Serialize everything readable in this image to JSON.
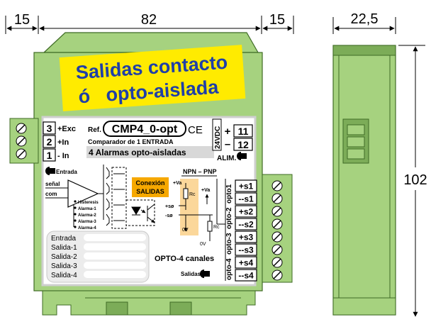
{
  "dimensions": {
    "left_margin": "15",
    "body_width": "82",
    "right_margin": "15",
    "side_width": "22,5",
    "height": "102"
  },
  "banner": {
    "line1": "Salidas contacto",
    "line2": "ó   opto-aislada"
  },
  "device": {
    "ref_prefix": "Ref.",
    "ref": "CMP4_0-opt",
    "ce_mark": "CE",
    "subtitle": "Comparador de 1 ENTRADA",
    "alarms_label": "4 Alarmas opto-aisladas",
    "supply_voltage": "24VDC",
    "aliment_label": "ALIM.",
    "input_label": "Entrada",
    "signal_label": "señal",
    "common_label": "com",
    "hysteresis": "Histeresis",
    "alarm_outputs": [
      "Alarma-1",
      "Alarma-2",
      "Alarma-3",
      "Alarma-4"
    ],
    "conexion_line1": "Conexión",
    "conexion_line2": "SALIDAS",
    "npn_pnp": "NPN – PNP",
    "va": "+Va",
    "rc": "Rc",
    "s_plus": "+sø",
    "s_minus": "-sø",
    "zero_v": "0V",
    "opto_channels": "OPTO-4 canales",
    "outputs_label": "Salidas"
  },
  "left_terminals": [
    {
      "num": "3",
      "label": "+Exc"
    },
    {
      "num": "2",
      "label": "+In"
    },
    {
      "num": "1",
      "label": "- In"
    }
  ],
  "power_terminals": [
    {
      "sign": "+",
      "num": "11"
    },
    {
      "sign": "–",
      "num": "12"
    }
  ],
  "output_terminals": [
    "+s1",
    "--s1",
    "+s2",
    "--s2",
    "+s3",
    "--s3",
    "+s4",
    "--s4"
  ],
  "opto_labels": [
    "opto1",
    "opto-2",
    "opto-3",
    "opto-4"
  ],
  "led_labels": [
    "Entrada",
    "Salida-1",
    "Salida-2",
    "Salida-3",
    "Salida-4"
  ],
  "colors": {
    "housing": "#a6d27f",
    "housing_dark": "#7cac58",
    "banner": "#ffeb00",
    "banner_text": "#1f3fa8",
    "conexion_box": "#f6a800",
    "npn_box": "#fbd79a",
    "led_panel": "#ececec"
  }
}
